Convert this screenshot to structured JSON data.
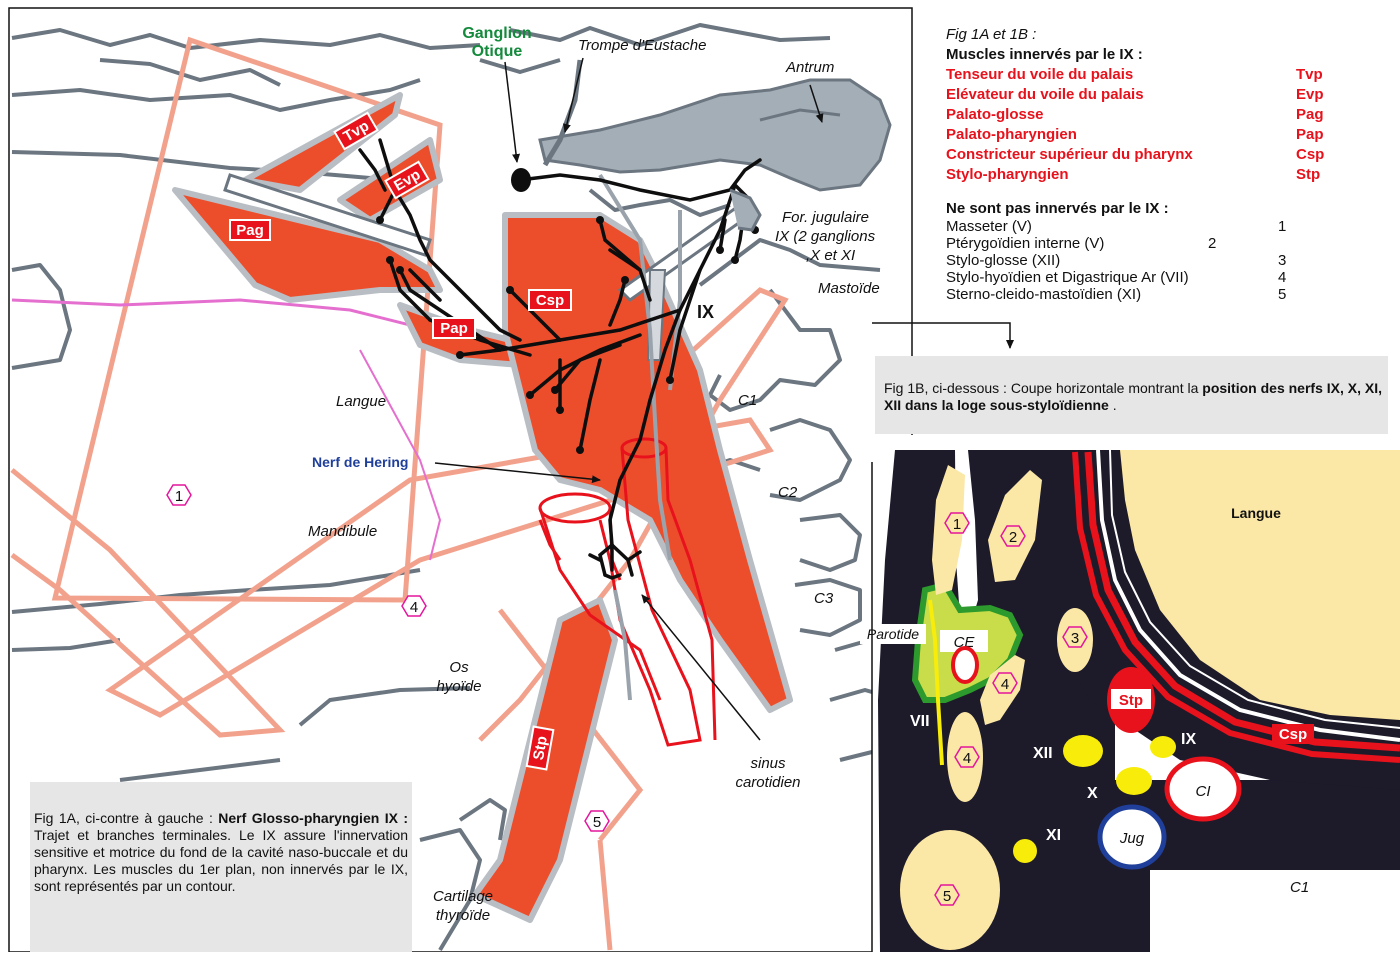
{
  "colors": {
    "muscle_red": "#ec4e2c",
    "muscle_outline": "#f2a28c",
    "gray_outline": "#9aa3ab",
    "ganglion_green": "#148a3c",
    "hering_blue": "#1f3f9a",
    "legend_red": "#e8121c",
    "section_bg": "#1d1a2a",
    "section_cream": "#fbe7a6",
    "nerve_yellow": "#f7ec0a"
  },
  "fig1a": {
    "labels": {
      "ganglion_otique_1": "Ganglion",
      "ganglion_otique_2": "Otique",
      "trompe": "Trompe d'Eustache",
      "antrum": "Antrum",
      "for_jug_1": "For. jugulaire",
      "for_jug_2": "IX (2 ganglions",
      "for_jug_3": ",X et XI",
      "mastoide": "Mastoïde",
      "ix": "IX",
      "langue": "Langue",
      "c1": "C1",
      "c2": "C2",
      "c3": "C3",
      "nerf_hering": "Nerf de Hering",
      "mandibule": "Mandibule",
      "os_hyoide_1": "Os",
      "os_hyoide_2": "hyoïde",
      "sinus_1": "sinus",
      "sinus_2": "carotidien",
      "cartilage_1": "Cartilage",
      "cartilage_2": "thyroïde"
    },
    "muscle_tags": {
      "tvp": "Tvp",
      "evp": "Evp",
      "pag": "Pag",
      "csp": "Csp",
      "pap": "Pap",
      "stp": "Stp"
    },
    "markers": {
      "m1": "1",
      "m4": "4",
      "m5": "5"
    },
    "caption": {
      "lead": "Fig 1A, ci-contre à gauche : ",
      "bold": "Nerf Glosso-pharyngien IX :",
      "rest": " Trajet et branches terminales. Le IX assure l'innervation sensitive et motrice du fond de la cavité naso-buccale et du pharynx. Les muscles du 1er plan, non innervés par le IX, sont représentés par un contour."
    }
  },
  "legend": {
    "title": "Fig 1A et 1B :",
    "innervated_title": "Muscles innervés par le IX :",
    "innervated": [
      {
        "name": "Tenseur du voile du palais",
        "abbr": "Tvp"
      },
      {
        "name": "Elévateur du voile du palais",
        "abbr": "Evp"
      },
      {
        "name": "Palato-glosse",
        "abbr": "Pag"
      },
      {
        "name": "Palato-pharyngien",
        "abbr": "Pap"
      },
      {
        "name": "Constricteur supérieur du pharynx",
        "abbr": "Csp"
      },
      {
        "name": "Stylo-pharyngien",
        "abbr": "Stp"
      }
    ],
    "not_innervated_title": "Ne sont pas innervés par le IX :",
    "not_innervated": [
      {
        "name": "Masseter (V)",
        "num": "1"
      },
      {
        "name": "Ptérygoïdien interne (V)",
        "num": "2"
      },
      {
        "name": "Stylo-glosse (XII)",
        "num": "3"
      },
      {
        "name": "Stylo-hyoïdien et Digastrique Ar (VII)",
        "num": "4"
      },
      {
        "name": "Sterno-cleido-mastoïdien (XI)",
        "num": "5"
      }
    ]
  },
  "fig1b": {
    "caption": {
      "lead": "Fig 1B, ci-dessous : Coupe horizontale montrant la ",
      "bold": "position des nerfs IX, X, XI, XII dans la loge sous-styloïdienne",
      "tail": " ."
    },
    "labels": {
      "langue": "Langue",
      "parotide": "Parotide",
      "ce": "CE",
      "stp": "Stp",
      "csp": "Csp",
      "vii": "VII",
      "xii": "XII",
      "ix": "IX",
      "x": "X",
      "ci": "CI",
      "xi": "XI",
      "jug": "Jug",
      "c1": "C1"
    },
    "markers": {
      "m1": "1",
      "m2": "2",
      "m3": "3",
      "m4a": "4",
      "m4b": "4",
      "m5": "5"
    }
  }
}
